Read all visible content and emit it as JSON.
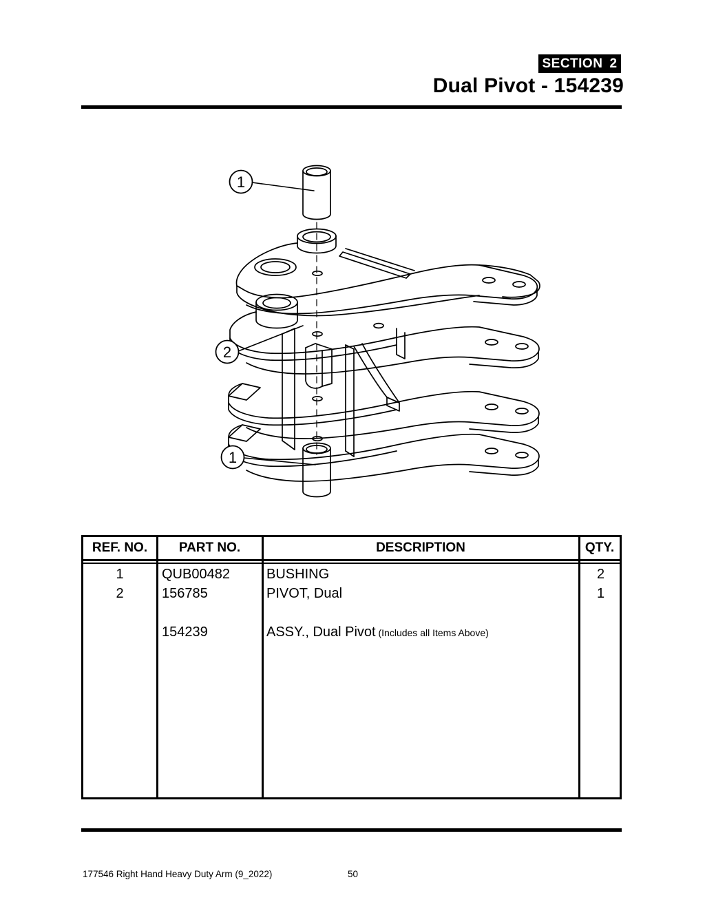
{
  "header": {
    "section_badge_label": "SECTION",
    "section_number": "2",
    "title": "Dual Pivot - 154239"
  },
  "diagram": {
    "callouts": [
      {
        "id": "callout-top",
        "label": "1"
      },
      {
        "id": "callout-middle",
        "label": "2"
      },
      {
        "id": "callout-bottom",
        "label": "1"
      }
    ]
  },
  "table": {
    "columns": {
      "ref_no": "REF. NO.",
      "part_no": "PART NO.",
      "description": "DESCRIPTION",
      "qty": "QTY."
    },
    "rows": [
      {
        "ref_no": "1",
        "part_no": "QUB00482",
        "description": "BUSHING",
        "description_note": "",
        "qty": "2"
      },
      {
        "ref_no": "2",
        "part_no": "156785",
        "description": "PIVOT, Dual",
        "description_note": "",
        "qty": "1"
      },
      {
        "ref_no": "",
        "part_no": "154239",
        "description": "ASSY., Dual Pivot",
        "description_note": "(Includes all Items Above)",
        "qty": ""
      }
    ]
  },
  "footer": {
    "document": "177546 Right Hand Heavy Duty Arm (9_2022)",
    "page_number": "50"
  }
}
